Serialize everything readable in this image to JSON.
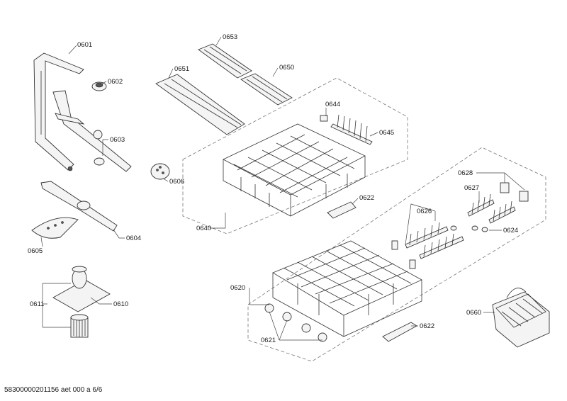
{
  "labels": {
    "p0601": "0601",
    "p0602": "0602",
    "p0603": "0603",
    "p0604": "0604",
    "p0605": "0605",
    "p0606": "0606",
    "p0610": "0610",
    "p0611": "0611",
    "p0620": "0620",
    "p0621": "0621",
    "p0622a": "0622",
    "p0622b": "0622",
    "p0624": "0624",
    "p0626": "0626",
    "p0627": "0627",
    "p0628": "0628",
    "p0640": "0640",
    "p0644": "0644",
    "p0645": "0645",
    "p0650": "0650",
    "p0651": "0651",
    "p0653": "0653",
    "p0660": "0660"
  },
  "footer": "58300000201156 aet 000 a 6/6"
}
